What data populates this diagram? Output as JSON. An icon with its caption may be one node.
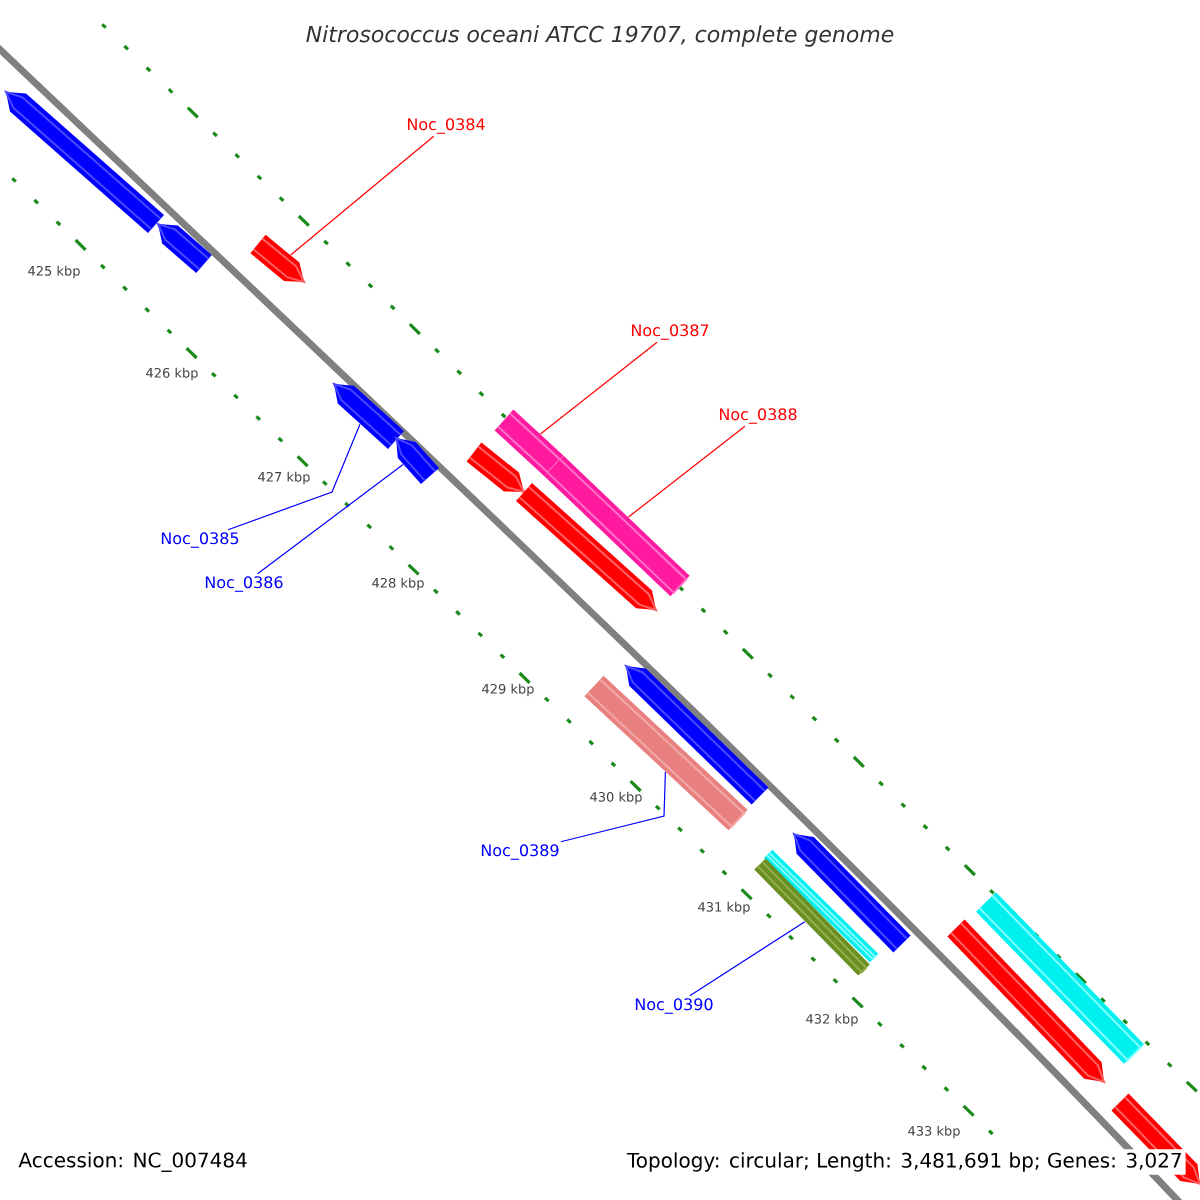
{
  "diagram": {
    "title": "Nitrosococcus oceani ATCC 19707, complete genome",
    "nodes": [
      {
        "text": [
          "Noc_0384"
        ]
      },
      {
        "text": [],
        "shape": "arrow"
      },
      {
        "text": [
          "Noc_0387"
        ]
      },
      {
        "text": [
          "Noc_0388"
        ]
      },
      {
        "text": [],
        "shape": "bar"
      },
      {
        "text": [],
        "shape": "bar"
      },
      {
        "text": [
          "Noc_0385"
        ]
      },
      {
        "text": [
          "Noc_0386"
        ]
      },
      {
        "text": [],
        "shape": "arrow"
      },
      {
        "text": [],
        "shape": "arrow"
      },
      {
        "text": [
          "Noc_0389"
        ]
      },
      {
        "text": [],
        "shape": "bar"
      },
      {
        "text": [
          "Noc_0390"
        ]
      },
      {
        "text": [],
        "shape": "bar"
      }
    ],
    "edges": [
      {
        "from": 0,
        "to": 1,
        "arrow": "none",
        "color": "#ff0000"
      },
      {
        "from": 2,
        "to": 4,
        "arrow": "none",
        "color": "#ff0000"
      },
      {
        "from": 3,
        "to": 5,
        "arrow": "none",
        "color": "#ff0000"
      },
      {
        "from": 6,
        "to": 8,
        "arrow": "none"
      },
      {
        "from": 7,
        "to": 9,
        "arrow": "none"
      },
      {
        "from": 10,
        "to": 11,
        "arrow": "none"
      },
      {
        "from": 12,
        "to": 13,
        "arrow": "none"
      }
    ],
    "labels": [
      "425 kbp",
      "426 kbp",
      "427 kbp",
      "428 kbp",
      "429 kbp",
      "430 kbp",
      "431 kbp",
      "432 kbp",
      "433 kbp",
      "Accession: NC_007484",
      "Topology: circular; Length: 3,481,691 bp; Genes: 3,027"
    ]
  }
}
